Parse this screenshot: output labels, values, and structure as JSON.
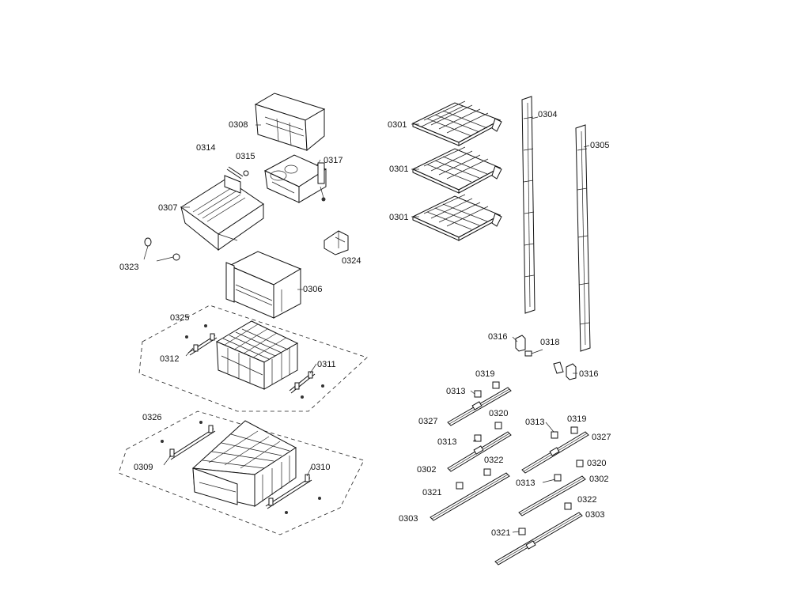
{
  "diagram": {
    "labels": {
      "p0308": "0308",
      "p0314": "0314",
      "p0315": "0315",
      "p0317": "0317",
      "p0307": "0307",
      "p0323": "0323",
      "p0324": "0324",
      "p0306": "0306",
      "p0325": "0325",
      "p0312": "0312",
      "p0311": "0311",
      "p0326": "0326",
      "p0309": "0309",
      "p0310": "0310",
      "p0301a": "0301",
      "p0301b": "0301",
      "p0301c": "0301",
      "p0304": "0304",
      "p0305": "0305",
      "p0316a": "0316",
      "p0318": "0318",
      "p0316b": "0316",
      "p0319a": "0319",
      "p0313a": "0313",
      "p0327a": "0327",
      "p0320a": "0320",
      "p0313b": "0313",
      "p0302a": "0302",
      "p0322a": "0322",
      "p0321a": "0321",
      "p0303a": "0303",
      "p0313c": "0313",
      "p0319b": "0319",
      "p0327b": "0327",
      "p0320b": "0320",
      "p0313d": "0313",
      "p0302b": "0302",
      "p0322b": "0322",
      "p0303b": "0303",
      "p0321b": "0321"
    }
  }
}
